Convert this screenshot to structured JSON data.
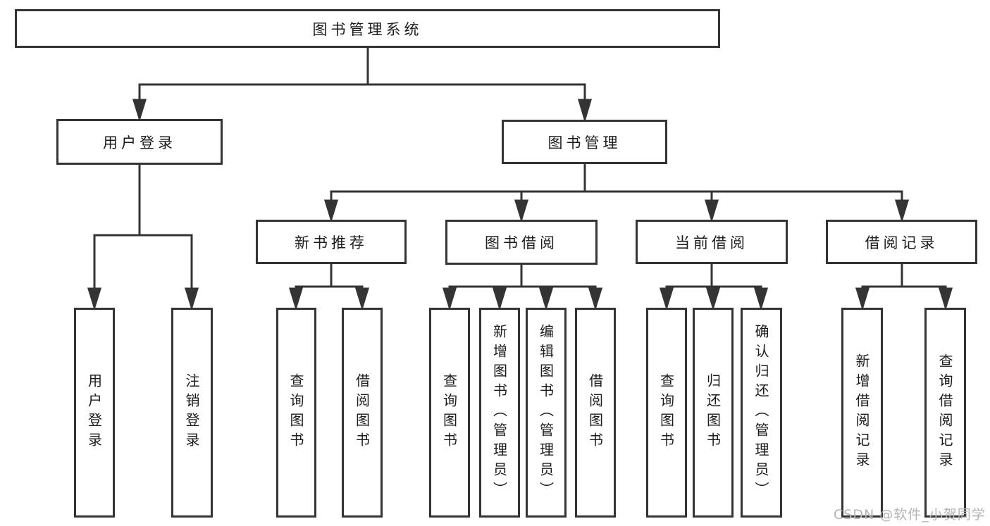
{
  "tree": {
    "root": {
      "label": "图书管理系统",
      "children": [
        {
          "label": "用户登录",
          "children": [
            {
              "label": "用户登录"
            },
            {
              "label": "注销登录"
            }
          ]
        },
        {
          "label": "图书管理",
          "children": [
            {
              "label": "新书推荐",
              "children": [
                {
                  "label": "查询图书"
                },
                {
                  "label": "借阅图书"
                }
              ]
            },
            {
              "label": "图书借阅",
              "children": [
                {
                  "label": "查询图书"
                },
                {
                  "label": "新增图书（管理员）"
                },
                {
                  "label": "编辑图书（管理员）"
                },
                {
                  "label": "借阅图书"
                }
              ]
            },
            {
              "label": "当前借阅",
              "children": [
                {
                  "label": "查询图书"
                },
                {
                  "label": "归还图书"
                },
                {
                  "label": "确认归还（管理员）"
                }
              ]
            },
            {
              "label": "借阅记录",
              "children": [
                {
                  "label": "新增借阅记录"
                },
                {
                  "label": "查询借阅记录"
                }
              ]
            }
          ]
        }
      ]
    }
  },
  "watermark": {
    "text": "CSDN @软件_小贺同学"
  },
  "colors": {
    "line": "#343434",
    "box_border": "#343434",
    "text": "#1c1c1c",
    "background": "#ffffff",
    "watermark": "#b4b4b4"
  }
}
